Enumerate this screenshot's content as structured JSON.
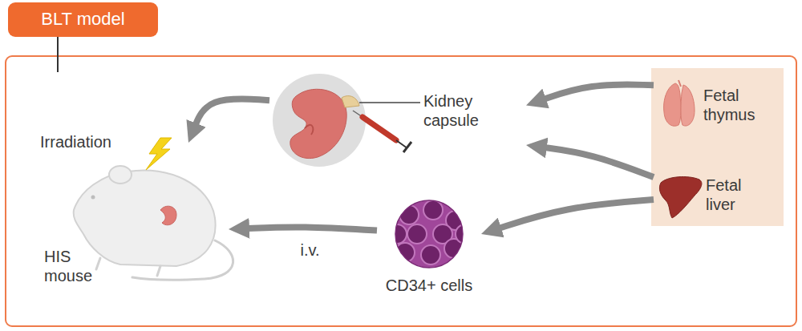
{
  "diagram": {
    "nodes": [
      {
        "text": [
          "BLT model"
        ]
      },
      {
        "text": [
          "Fetal thymus"
        ]
      },
      {
        "text": [
          "Fetal liver"
        ]
      },
      {
        "text": [
          "Kidney capsule"
        ]
      },
      {
        "text": [
          "CD34+ cells"
        ]
      },
      {
        "text": [
          "HIS mouse"
        ]
      }
    ],
    "edges": [
      {
        "from": 1,
        "to": 3,
        "arrow": "to"
      },
      {
        "from": 2,
        "to": 3,
        "arrow": "to"
      },
      {
        "from": 2,
        "to": 4,
        "arrow": "to"
      },
      {
        "from": 3,
        "to": 5,
        "arrow": "to"
      },
      {
        "from": 4,
        "to": 5,
        "label": "i.v.",
        "arrow": "to"
      }
    ],
    "labels": [
      "Irradiation"
    ]
  }
}
